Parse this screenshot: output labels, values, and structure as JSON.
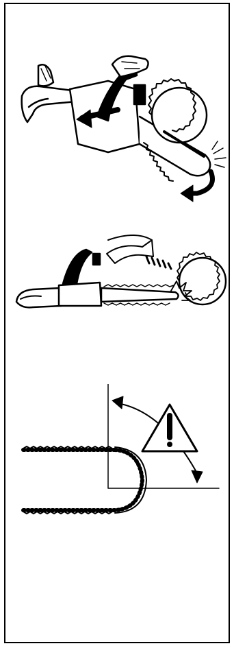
{
  "document": {
    "figures": [
      {
        "icon": "chainsaw-kickback-rotation-illustration"
      },
      {
        "icon": "chainsaw-kickback-tip-contact-illustration"
      },
      {
        "icon": "chain-bar-kickback-zone-warning-illustration"
      }
    ],
    "ink_color": "#000000",
    "paper_color": "#ffffff"
  }
}
